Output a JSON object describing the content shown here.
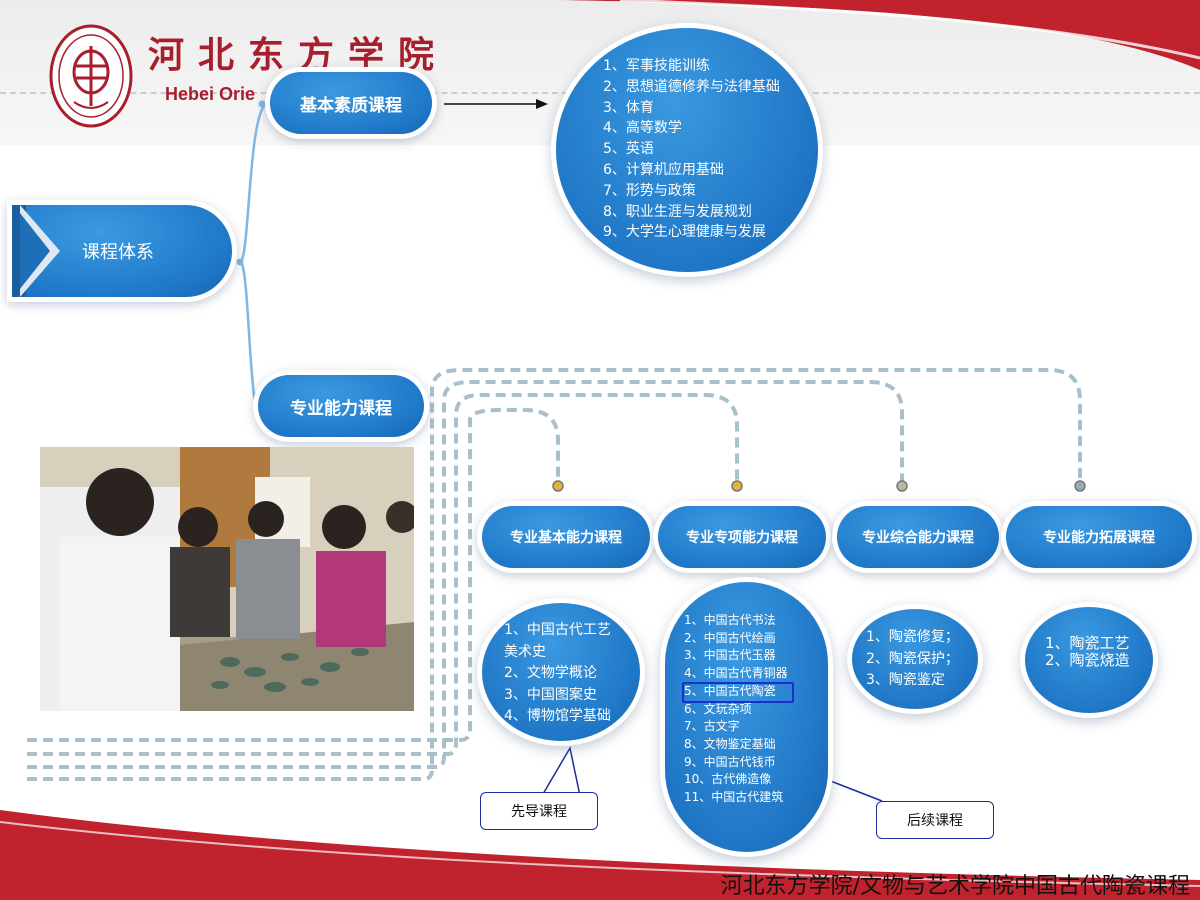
{
  "header": {
    "school_cn": "河北东方学院",
    "school_en": "Hebei Orie"
  },
  "root": {
    "label": "课程体系"
  },
  "basic": {
    "label": "基本素质课程",
    "items": [
      "1、军事技能训练",
      "2、思想道德修养与法律基础",
      "3、体育",
      "4、高等数学",
      "5、英语",
      "6、计算机应用基础",
      "7、形势与政策",
      "8、职业生涯与发展规划",
      "9、大学生心理健康与发展"
    ]
  },
  "professional": {
    "label": "专业能力课程",
    "subs": [
      {
        "label": "专业基本能力课程",
        "items": [
          "1、中国古代工艺",
          "美术史",
          "2、文物学概论",
          "3、中国图案史",
          "4、博物馆学基础"
        ]
      },
      {
        "label": "专业专项能力课程",
        "items": [
          "1、中国古代书法",
          "2、中国古代绘画",
          "3、中国古代玉器",
          "4、中国古代青铜器",
          "5、中国古代陶瓷",
          "6、文玩杂项",
          "7、古文字",
          "8、文物鉴定基础",
          "9、中国古代钱币",
          "10、古代佛造像",
          "11、中国古代建筑"
        ]
      },
      {
        "label": "专业综合能力课程",
        "items": [
          "1、陶瓷修复；",
          "2、陶瓷保护；",
          "3、陶瓷鉴定"
        ]
      },
      {
        "label": "专业能力拓展课程",
        "items": [
          "1、陶瓷工艺",
          "2、陶瓷烧造"
        ]
      }
    ]
  },
  "callouts": {
    "pre": "先导课程",
    "post": "后续课程"
  },
  "footer": "河北东方学院/文物与艺术学院中国古代陶瓷课程",
  "colors": {
    "node_blue": "#1f78c8",
    "connector_blue": "#7fb6e6",
    "dash_gray": "#a9bfcc",
    "brand_red": "#a71e2c",
    "highlight_blue": "#1b2ecf"
  },
  "icons": {
    "logo": "school-seal-icon",
    "chevron": "chevron-right-icon"
  }
}
